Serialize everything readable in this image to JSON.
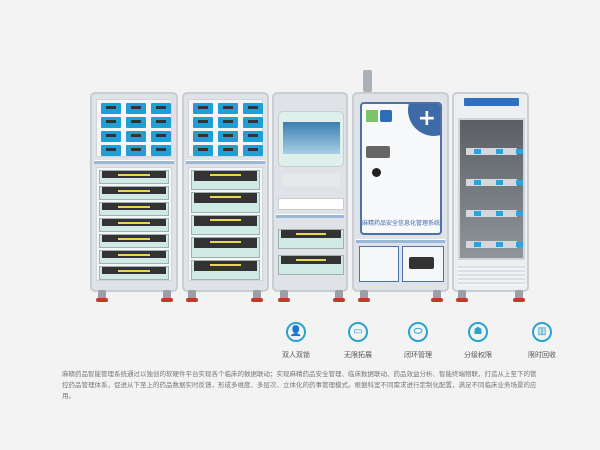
{
  "cabinets": {
    "info_cabinet_label": "麻精药品安全信息化管理系统"
  },
  "features": [
    {
      "icon": "dual-person-icon",
      "label": "双人双锁"
    },
    {
      "icon": "expand-icon",
      "label": "无限拓展"
    },
    {
      "icon": "pill-loop-icon",
      "label": "闭环管理"
    },
    {
      "icon": "user-levels-icon",
      "label": "分级权限"
    },
    {
      "icon": "recycle-bin-icon",
      "label": "限时回收"
    }
  ],
  "description": "麻精药品智能管理系统通过以独创的软硬件平台实现各个临床的数据联动；实现麻精药品安全管理、临床数据联动、药品效益分析、智能终端物联，打造从上至下的管控药品管理体系，促进从下至上的药品数据实时反馈，形成多维度、多层次、立体化的药事管理模式。根据科室不同需求进行定制化配置，满足不同临床业务场景的应用。",
  "colors": {
    "accent": "#2aa4c9",
    "bin": "#1ea0d6"
  }
}
